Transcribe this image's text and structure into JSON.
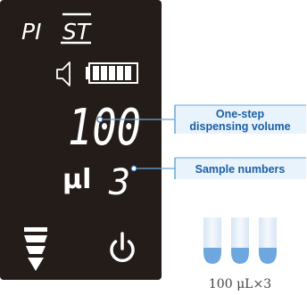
{
  "display": {
    "mode_left": "PI",
    "mode_right": "ST",
    "volume_value": "100",
    "unit": "μl",
    "sample_count": "3"
  },
  "callouts": {
    "volume_line1": "One-step",
    "volume_line2": "dispensing volume",
    "samples": "Sample numbers"
  },
  "caption": {
    "text": "100 μL×3"
  },
  "icons": {
    "speaker": "speaker-icon",
    "battery": "battery-icon",
    "mode": "stacked-triangles-icon",
    "power": "power-icon",
    "tube": "tube-icon"
  },
  "colors": {
    "panel": "#231c19",
    "segment": "#ffffff",
    "callout_fill": "#e9f3fb",
    "callout_border": "#6aa7d8",
    "callout_text": "#1a5fa8",
    "tube_liquid": "#6ea6de"
  }
}
